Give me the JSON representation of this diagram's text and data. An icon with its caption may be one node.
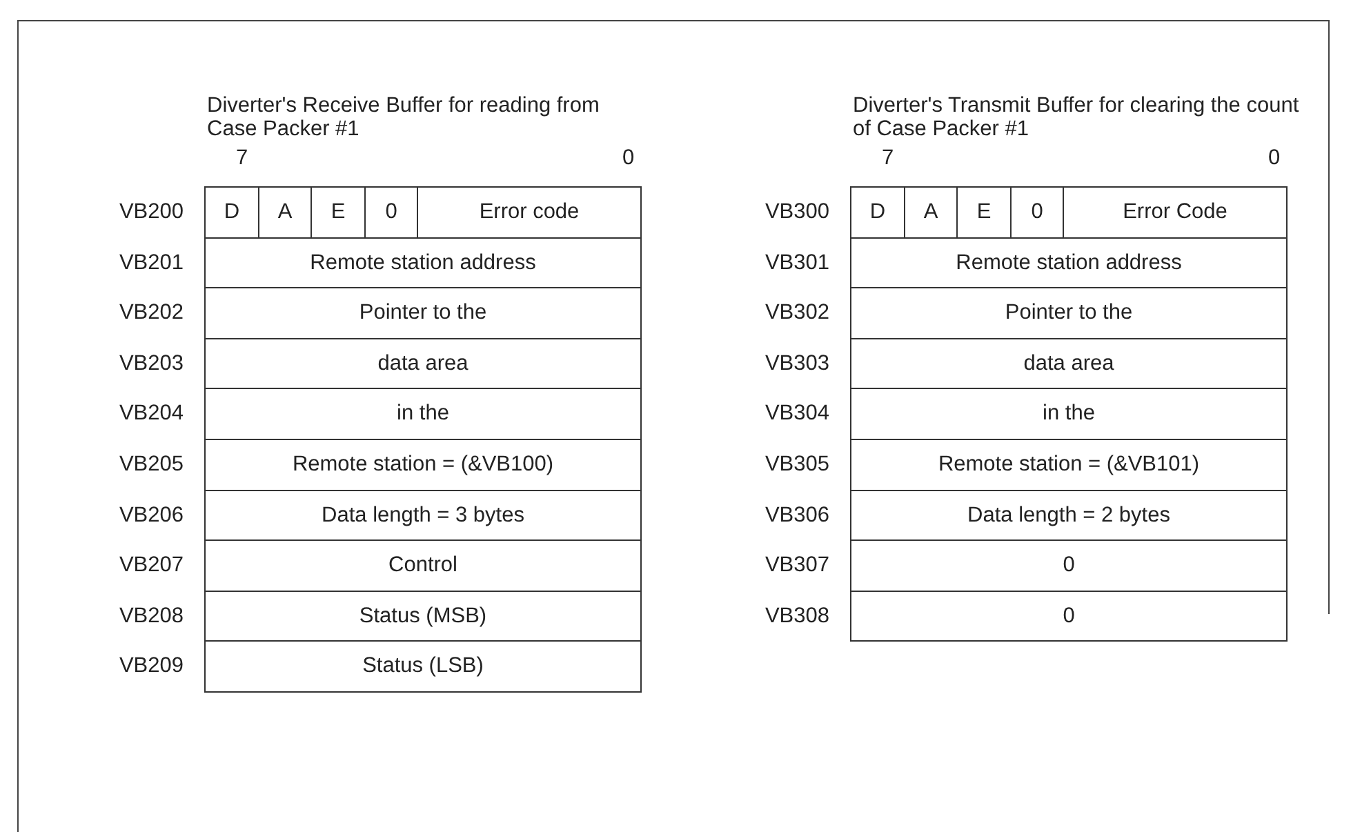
{
  "diagram": {
    "labels": [
      "Diverter's Receive Buffer for reading from Case Packer #1",
      "Diverter's Transmit Buffer for clearing the count of Case Packer #1",
      "7",
      "0",
      "7",
      "0",
      "VB200",
      "D",
      "A",
      "E",
      "0",
      "Error code",
      "VB300",
      "D",
      "A",
      "E",
      "0",
      "Error Code",
      "VB201",
      "Remote station address",
      "VB301",
      "Remote station address",
      "VB202",
      "Pointer to the",
      "VB302",
      "Pointer to the",
      "VB203",
      "data area",
      "VB303",
      "data area",
      "VB204",
      "in the",
      "VB304",
      "in the",
      "VB205",
      "Remote station = (&VB100)",
      "VB305",
      "Remote station = (&VB101)",
      "VB206",
      "Data length = 3 bytes",
      "VB306",
      "Data length = 2 bytes",
      "VB207",
      "Control",
      "VB307",
      "0",
      "VB208",
      "Status (MSB)",
      "VB308",
      "0",
      "VB209",
      "Status (LSB)"
    ]
  }
}
